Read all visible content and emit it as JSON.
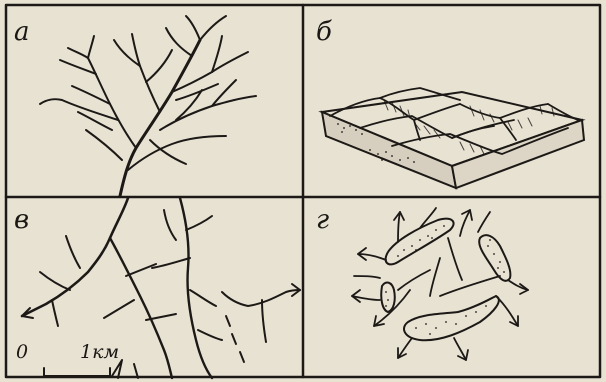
{
  "panels": [
    {
      "id": "a",
      "label": "а"
    },
    {
      "id": "b",
      "label": "б"
    },
    {
      "id": "v",
      "label": "в"
    },
    {
      "id": "g",
      "label": "г"
    }
  ],
  "scale_bar": {
    "start_label": "0",
    "end_label": "1км"
  },
  "colors": {
    "paper": "#e8e2d3",
    "ink": "#1c1916",
    "block_side": "#d6cfbf"
  }
}
